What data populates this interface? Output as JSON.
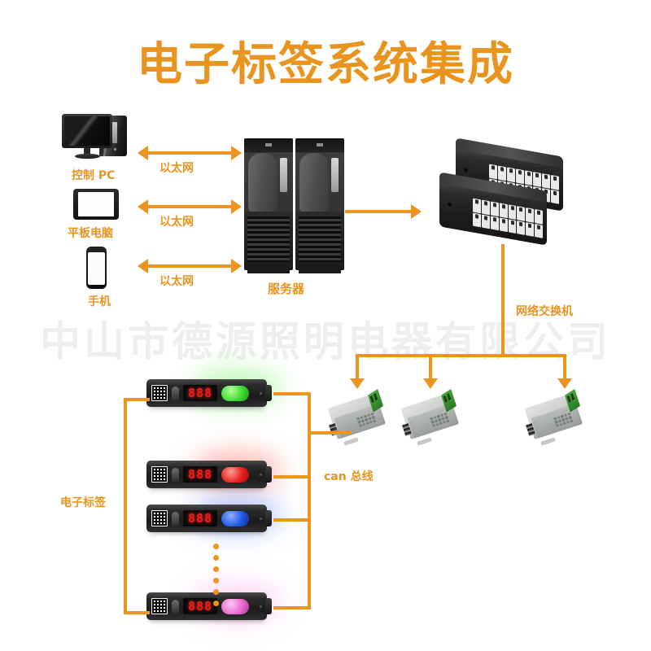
{
  "page": {
    "title": "电子标签系统集成",
    "watermark": "中山市德源照明电器有限公司",
    "accent_color": "#ec9420",
    "background": "#ffffff"
  },
  "labels": {
    "pc": "控制 PC",
    "tablet": "平板电脑",
    "phone": "手机",
    "server": "服务器",
    "switch": "网络交换机",
    "can_bus": "can 总线",
    "tags": "电子标签"
  },
  "links": {
    "ethernet_1": "以太网",
    "ethernet_2": "以太网",
    "ethernet_3": "以太网"
  },
  "tags": [
    {
      "display": "888",
      "led_color": "#3ddb2e",
      "glow": "#7bf06a"
    },
    {
      "display": "888",
      "led_color": "#e8201a",
      "glow": "#ff6b5e"
    },
    {
      "display": "888",
      "led_color": "#1f57e8",
      "glow": "#6a93ff"
    },
    {
      "display": "888",
      "led_color": "#e86ad0",
      "glow": "#ffa6ef"
    }
  ],
  "can_modules": [
    {
      "name": "can-module-1"
    },
    {
      "name": "can-module-2"
    },
    {
      "name": "can-module-3"
    }
  ]
}
